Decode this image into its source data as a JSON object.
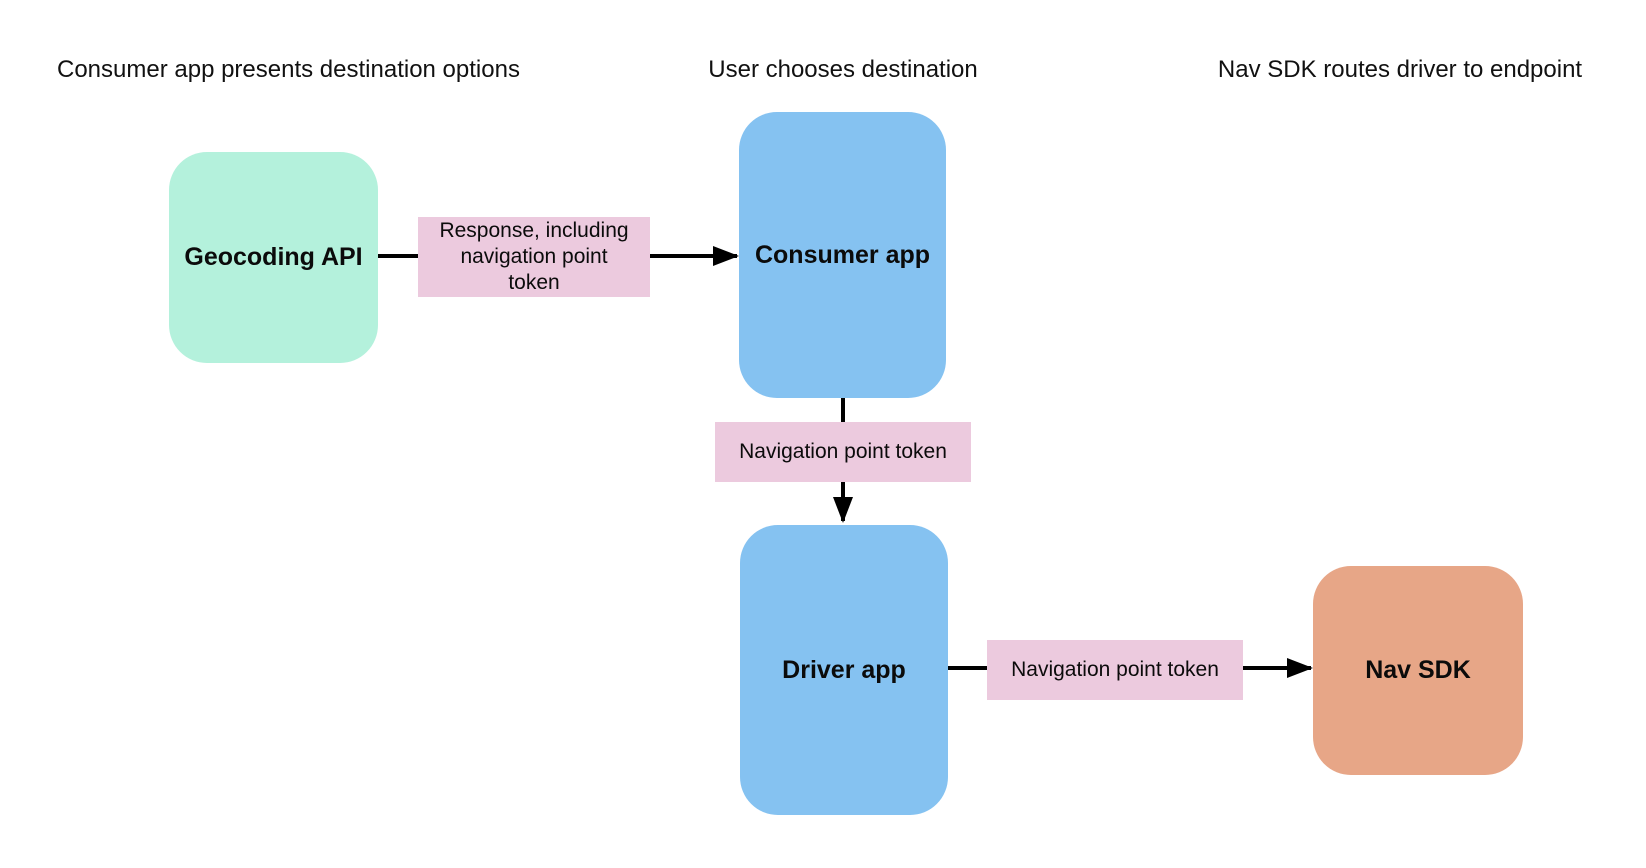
{
  "headers": {
    "left": "Consumer app presents destination options",
    "center": "User chooses destination",
    "right": "Nav SDK routes driver to endpoint"
  },
  "nodes": {
    "geocoding_api": {
      "label": "Geocoding API",
      "color": "#b4f1dc"
    },
    "consumer_app": {
      "label": "Consumer app",
      "color": "#85c2f1"
    },
    "driver_app": {
      "label": "Driver app",
      "color": "#85c2f1"
    },
    "nav_sdk": {
      "label": "Nav SDK",
      "color": "#e7a687"
    }
  },
  "edge_labels": {
    "response": {
      "label": "Response, including\nnavigation point\ntoken",
      "color": "#eccade"
    },
    "token_vertical": {
      "label": "Navigation point token",
      "color": "#eccade"
    },
    "token_horizontal": {
      "label": "Navigation point token",
      "color": "#eccade"
    }
  },
  "arrow_color": "#000000",
  "background_color": "#ffffff"
}
